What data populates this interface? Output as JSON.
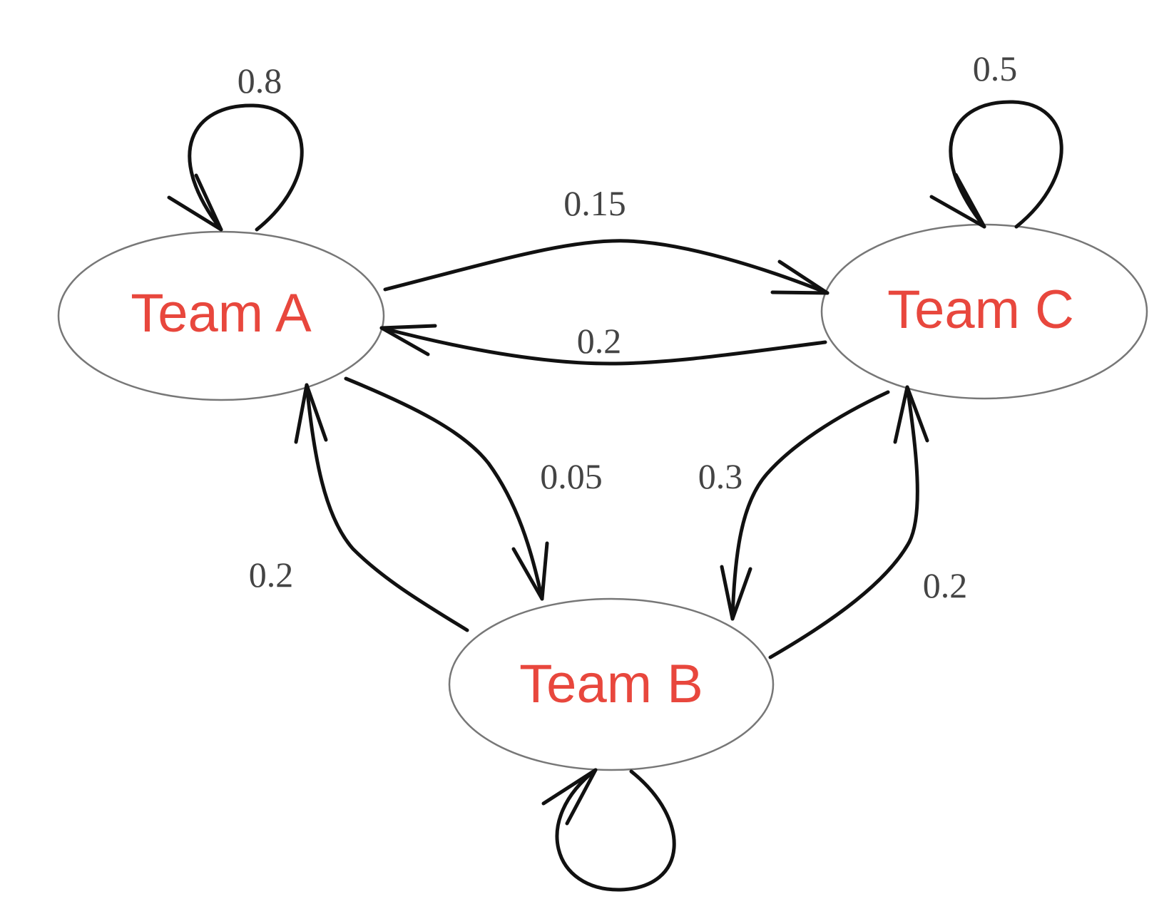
{
  "colors": {
    "node_label": "#e8473d",
    "edge_label": "#444444",
    "edge": "#111111",
    "node_outline": "#777777"
  },
  "nodes": {
    "team_a": "Team A",
    "team_b": "Team B",
    "team_c": "Team C"
  },
  "edges": {
    "a_to_a": "0.8",
    "a_to_c": "0.15",
    "c_to_a": "0.2",
    "a_to_b": "0.05",
    "b_to_a": "0.2",
    "c_to_c": "0.5",
    "c_to_b": "0.3",
    "b_to_c": "0.2"
  }
}
